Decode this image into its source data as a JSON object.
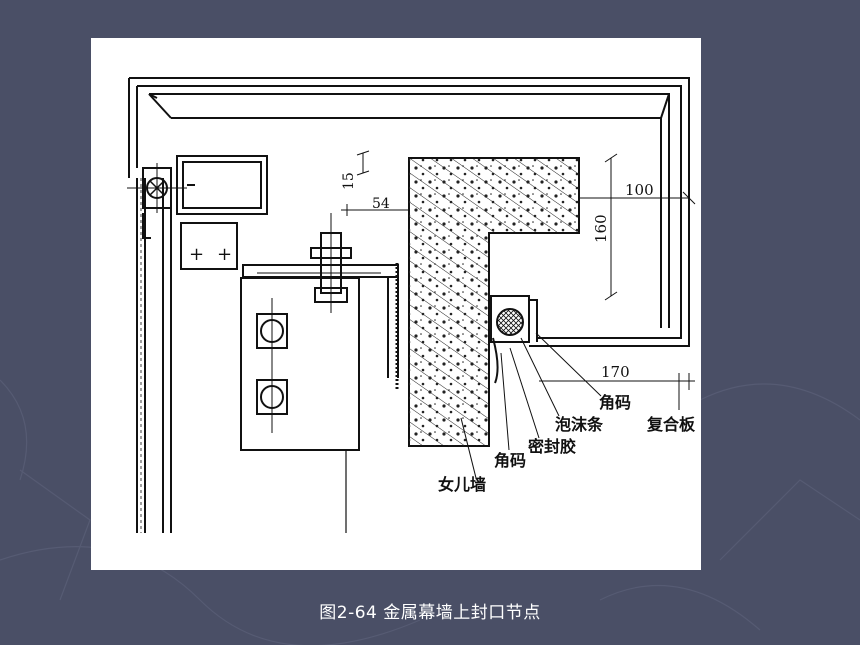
{
  "caption": "图2-64  金属幕墙上封口节点",
  "dimensions": {
    "d15": "15",
    "d54": "54",
    "d100": "100",
    "d160": "160",
    "d170": "170"
  },
  "labels": {
    "corner_code_right": "角码",
    "foam_strip": "泡沫条",
    "composite_panel": "复合板",
    "sealant": "密封胶",
    "corner_code_left": "角码",
    "parapet_wall": "女儿墙"
  },
  "colors": {
    "background": "#4a4f66",
    "panel": "#ffffff",
    "ink": "#111111"
  }
}
